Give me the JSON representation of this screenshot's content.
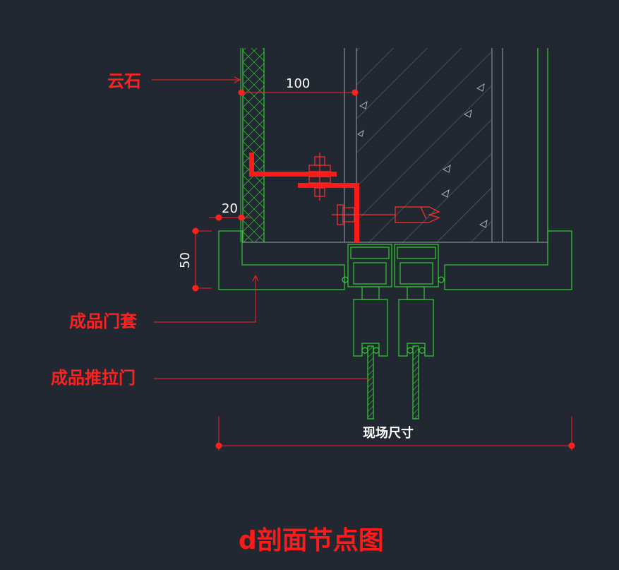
{
  "title": "d剖面节点图",
  "labels": {
    "stone": "云石",
    "door_frame": "成品门套",
    "sliding_door": "成品推拉门",
    "site_size": "现场尺寸"
  },
  "dimensions": {
    "d100": "100",
    "d20": "20",
    "d50": "50"
  },
  "colors": {
    "background": "#222831",
    "line_green": "#33cc33",
    "line_gray": "#9aa0a6",
    "accent_red": "#ff1a1a",
    "text_white": "#ffffff"
  }
}
